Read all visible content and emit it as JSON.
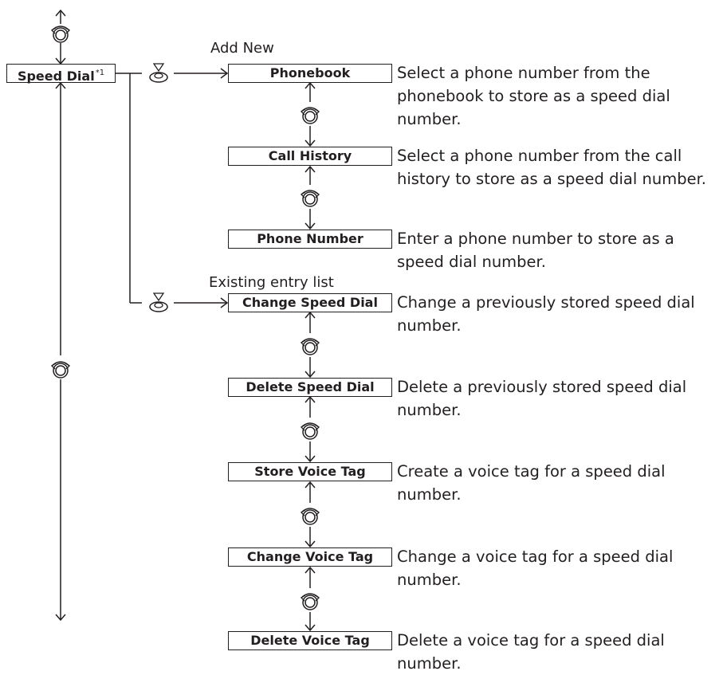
{
  "root": {
    "label": "Speed Dial",
    "footnote": "*1"
  },
  "captions": {
    "add_new": "Add New",
    "existing": "Existing entry list"
  },
  "nodes": [
    {
      "label": "Phonebook",
      "desc_lines": [
        "Select a phone number from the",
        "phonebook to store as a speed dial",
        "number."
      ]
    },
    {
      "label": "Call History",
      "desc_lines": [
        "Select a phone number from the call",
        "history to store as a speed dial number."
      ]
    },
    {
      "label": "Phone Number",
      "desc_lines": [
        "Enter a phone number to store as a",
        "speed dial number."
      ]
    },
    {
      "label": "Change Speed Dial",
      "desc_lines": [
        "Change a previously stored speed dial",
        "number."
      ]
    },
    {
      "label": "Delete Speed Dial",
      "desc_lines": [
        "Delete a previously stored speed dial",
        "number."
      ]
    },
    {
      "label": "Store Voice Tag",
      "desc_lines": [
        "Create a voice tag for a speed dial",
        "number."
      ]
    },
    {
      "label": "Change Voice Tag",
      "desc_lines": [
        "Change a voice tag for a speed dial",
        "number."
      ]
    },
    {
      "label": "Delete Voice Tag",
      "desc_lines": [
        "Delete a voice tag for a speed dial",
        "number."
      ]
    }
  ],
  "icons": {
    "rotate": "interface-dial-rotate-icon",
    "press": "interface-dial-press-icon"
  }
}
